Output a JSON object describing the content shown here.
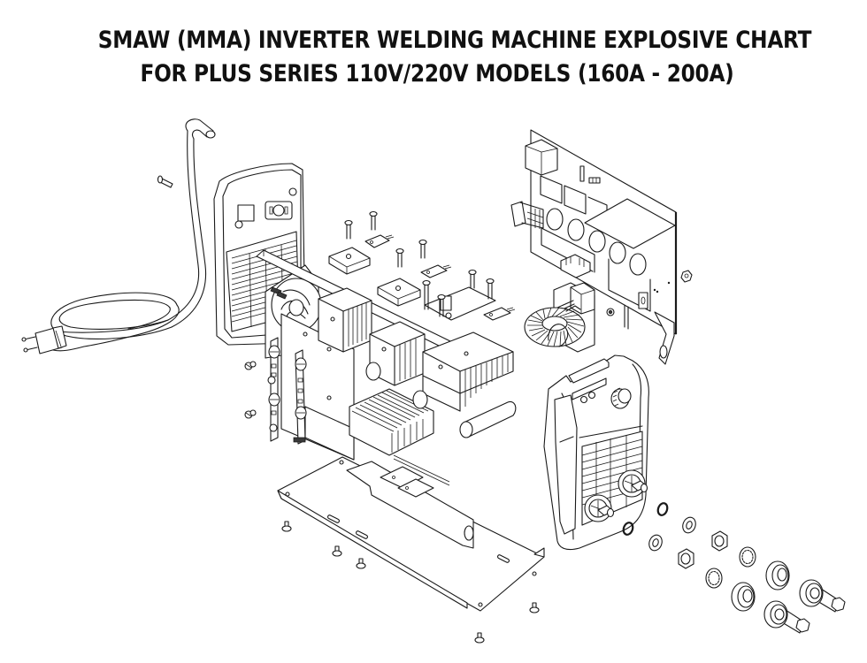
{
  "title": {
    "line1": "SMAW (MMA) INVERTER WELDING MACHINE EXPLOSIVE CHART",
    "line2": "FOR PLUS SERIES 110V/220V MODELS (160A - 200A)"
  },
  "diagram": {
    "type": "exploded-view line drawing",
    "colors": {
      "line": "#1a1a1a",
      "background": "#ffffff"
    },
    "parts": [
      "power-cord-with-plug",
      "rear-pin",
      "rear-panel-with-vent-grille",
      "cooling-fan",
      "fan-mounting-screws",
      "terminal-strips",
      "side-screws",
      "main-chassis-plate",
      "heatsinks",
      "rectifier-bridges",
      "transistor-modules",
      "mounting-bolts",
      "cross-bar",
      "capacitor-cylinder",
      "control-pcb",
      "toroidal-inductor",
      "transformer-bobbin",
      "front-panel",
      "control-knob",
      "output-sockets",
      "o-rings",
      "flat-washers",
      "hex-nuts",
      "lock-washers",
      "socket-insulators",
      "dinse-connectors",
      "base-plate",
      "base-screws"
    ]
  }
}
